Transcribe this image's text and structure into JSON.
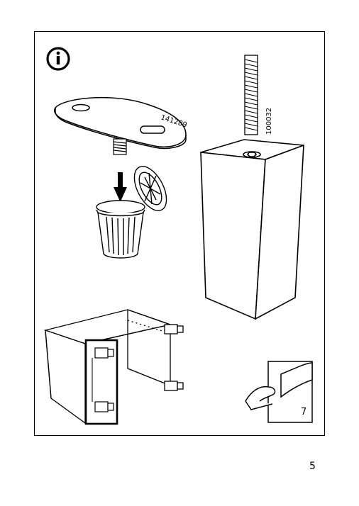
{
  "instruction_panel": {
    "info_icon": "info-icon",
    "parts": {
      "plate_part_number": "141289",
      "bolt_part_number": "100032"
    },
    "page_turn_step": "7"
  },
  "page": {
    "page_number": "5"
  }
}
